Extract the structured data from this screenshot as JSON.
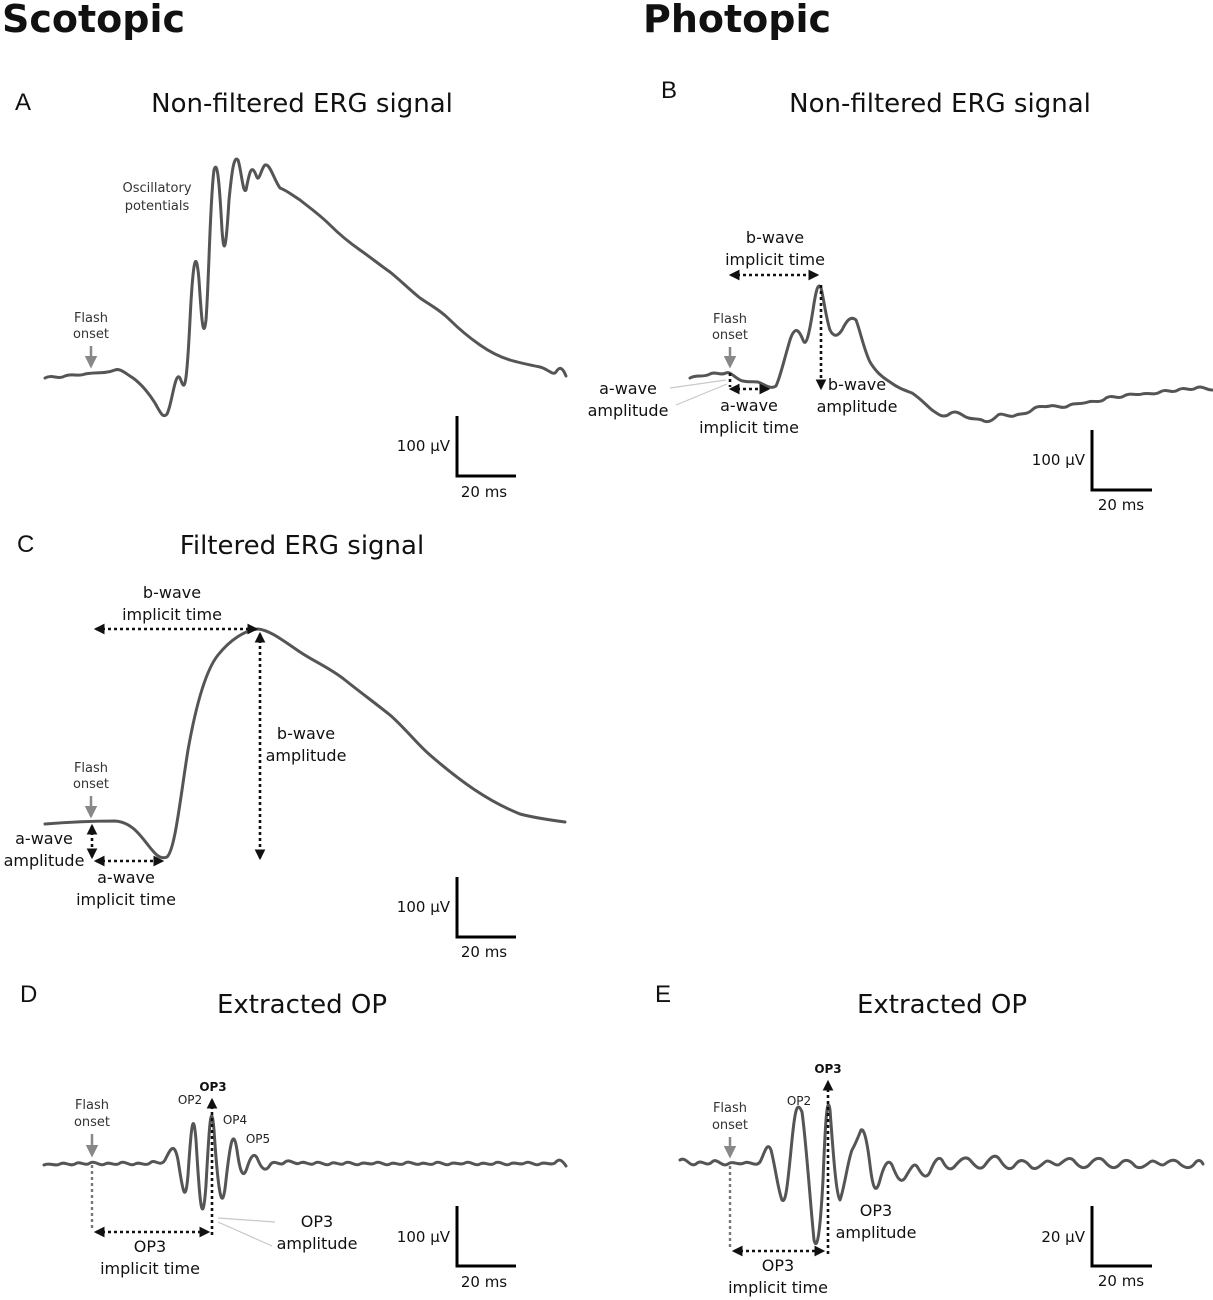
{
  "columns": {
    "scotopic": "Scotopic",
    "photopic": "Photopic"
  },
  "panels": {
    "A": {
      "letter": "A",
      "title": "Non-filtered ERG signal",
      "op_label_1": "Oscillatory",
      "op_label_2": "potentials",
      "flash_1": "Flash",
      "flash_2": "onset",
      "scale_v": "100 µV",
      "scale_t": "20 ms"
    },
    "B": {
      "letter": "B",
      "title": "Non-filtered ERG signal",
      "flash_1": "Flash",
      "flash_2": "onset",
      "bwave_time_1": "b-wave",
      "bwave_time_2": "implicit time",
      "bwave_amp_1": "b-wave",
      "bwave_amp_2": "amplitude",
      "awave_amp_1": "a-wave",
      "awave_amp_2": "amplitude",
      "awave_time_1": "a-wave",
      "awave_time_2": "implicit time",
      "scale_v": "100 µV",
      "scale_t": "20 ms"
    },
    "C": {
      "letter": "C",
      "title": "Filtered ERG signal",
      "flash_1": "Flash",
      "flash_2": "onset",
      "bwave_time_1": "b-wave",
      "bwave_time_2": "implicit time",
      "bwave_amp_1": "b-wave",
      "bwave_amp_2": "amplitude",
      "awave_amp_1": "a-wave",
      "awave_amp_2": "amplitude",
      "awave_time_1": "a-wave",
      "awave_time_2": "implicit time",
      "scale_v": "100 µV",
      "scale_t": "20 ms"
    },
    "D": {
      "letter": "D",
      "title": "Extracted OP",
      "flash_1": "Flash",
      "flash_2": "onset",
      "op2": "OP2",
      "op3": "OP3",
      "op4": "OP4",
      "op5": "OP5",
      "op3_amp_1": "OP3",
      "op3_amp_2": "amplitude",
      "op3_time_1": "OP3",
      "op3_time_2": "implicit time",
      "scale_v": "100 µV",
      "scale_t": "20 ms"
    },
    "E": {
      "letter": "E",
      "title": "Extracted OP",
      "flash_1": "Flash",
      "flash_2": "onset",
      "op2": "OP2",
      "op3": "OP3",
      "op3_amp_1": "OP3",
      "op3_amp_2": "amplitude",
      "op3_time_1": "OP3",
      "op3_time_2": "implicit time",
      "scale_v": "20 µV",
      "scale_t": "20 ms"
    }
  }
}
